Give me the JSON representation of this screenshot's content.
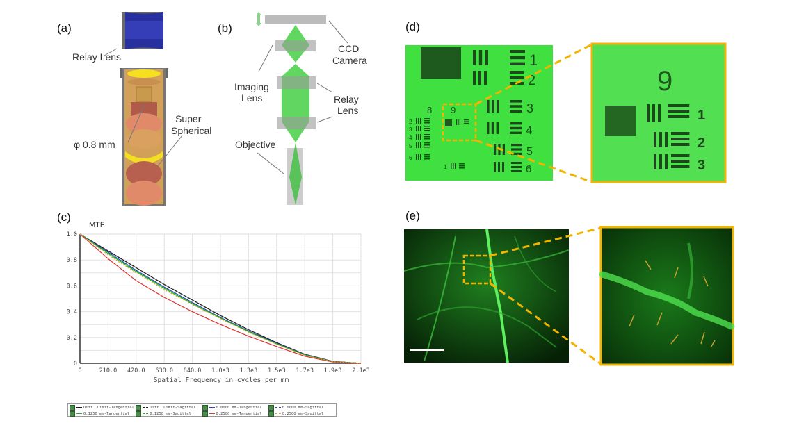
{
  "panels": {
    "a": {
      "label": "(a)",
      "relay_lens": "Relay Lens",
      "diameter": "φ 0.8 mm",
      "super_spherical": [
        "Super",
        "Spherical"
      ]
    },
    "b": {
      "label": "(b)",
      "ccd_camera": [
        "CCD",
        "Camera"
      ],
      "imaging_lens": [
        "Imaging",
        "Lens"
      ],
      "relay_lens": [
        "Relay",
        "Lens"
      ],
      "objective": "Objective"
    },
    "c": {
      "label": "(c)"
    },
    "d": {
      "label": "(d)",
      "target_numbers": [
        "1",
        "2",
        "3",
        "4",
        "5",
        "6"
      ],
      "group_labels": [
        "8",
        "9"
      ],
      "small_numbers": [
        "2",
        "3",
        "4",
        "5",
        "6",
        "1"
      ],
      "zoom_numbers": [
        "9",
        "1",
        "2",
        "3"
      ]
    },
    "e": {
      "label": "(e)"
    }
  },
  "colors": {
    "highlight": "#f2b400",
    "target_green": "#3fe03f",
    "neuron_green": "#1f8f1f"
  },
  "chart_data": {
    "type": "line",
    "title": "MTF",
    "xlabel": "Spatial Frequency in cycles per mm",
    "ylabel": "",
    "xlim": [
      0,
      2100
    ],
    "ylim": [
      0,
      1.0
    ],
    "grid": true,
    "x_ticks": [
      "0",
      "210.0",
      "420.0",
      "630.0",
      "840.0",
      "1.0e3",
      "1.3e3",
      "1.5e3",
      "1.7e3",
      "1.9e3",
      "2.1e3"
    ],
    "y_ticks": [
      "0",
      "0.2",
      "0.4",
      "0.6",
      "0.8",
      "1.0"
    ],
    "x": [
      0,
      210,
      420,
      630,
      840,
      1050,
      1260,
      1470,
      1680,
      1890,
      2100
    ],
    "series": [
      {
        "name": "Diff. Limit-Tangential",
        "color": "#222222",
        "dash": false,
        "values": [
          1,
          0.87,
          0.74,
          0.61,
          0.49,
          0.37,
          0.26,
          0.16,
          0.07,
          0.015,
          0
        ]
      },
      {
        "name": "Diff. Limit-Sagittal",
        "color": "#222222",
        "dash": true,
        "values": [
          1,
          0.87,
          0.74,
          0.61,
          0.49,
          0.37,
          0.26,
          0.16,
          0.07,
          0.015,
          0
        ]
      },
      {
        "name": "0.0000 mm-Tangential",
        "color": "#2a3fd0",
        "dash": false,
        "values": [
          1,
          0.86,
          0.72,
          0.59,
          0.47,
          0.355,
          0.25,
          0.155,
          0.067,
          0.014,
          0
        ]
      },
      {
        "name": "0.0000 mm-Sagittal",
        "color": "#2a3fd0",
        "dash": true,
        "values": [
          1,
          0.86,
          0.72,
          0.59,
          0.47,
          0.355,
          0.25,
          0.155,
          0.067,
          0.014,
          0
        ]
      },
      {
        "name": "0.1250 mm-Tangential",
        "color": "#22b022",
        "dash": false,
        "values": [
          1,
          0.85,
          0.71,
          0.58,
          0.46,
          0.35,
          0.245,
          0.15,
          0.065,
          0.013,
          0
        ]
      },
      {
        "name": "0.1250 mm-Sagittal",
        "color": "#22b022",
        "dash": true,
        "values": [
          1,
          0.855,
          0.715,
          0.585,
          0.465,
          0.352,
          0.247,
          0.152,
          0.066,
          0.013,
          0
        ]
      },
      {
        "name": "0.2500 mm-Tangential",
        "color": "#e03030",
        "dash": false,
        "values": [
          1,
          0.81,
          0.64,
          0.51,
          0.4,
          0.3,
          0.21,
          0.13,
          0.055,
          0.01,
          0
        ]
      },
      {
        "name": "0.2500 mm-Sagittal",
        "color": "#e0a030",
        "dash": true,
        "values": [
          1,
          0.84,
          0.7,
          0.57,
          0.455,
          0.345,
          0.24,
          0.148,
          0.063,
          0.012,
          0
        ]
      }
    ]
  }
}
